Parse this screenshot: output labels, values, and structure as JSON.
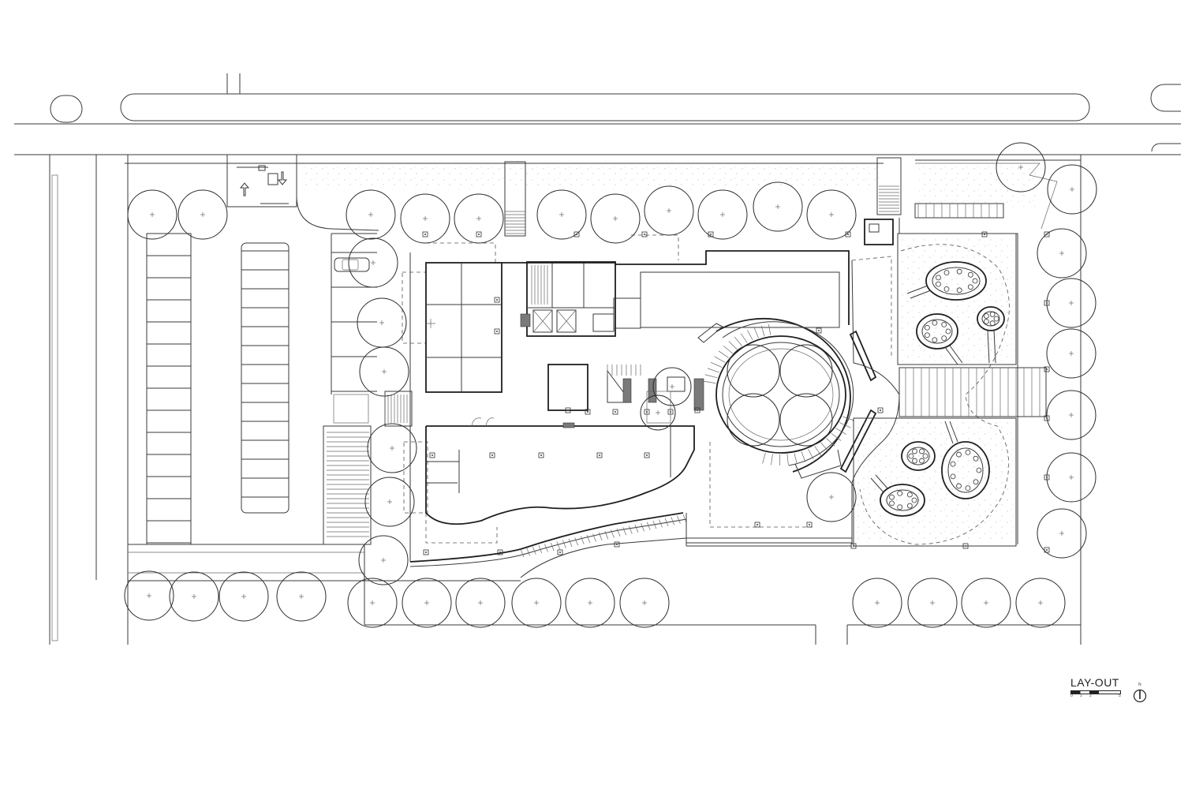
{
  "title_block": {
    "title": "LAY-OUT",
    "scale_marks": [
      "0",
      "1",
      "2",
      "",
      "5"
    ],
    "north": "N"
  }
}
